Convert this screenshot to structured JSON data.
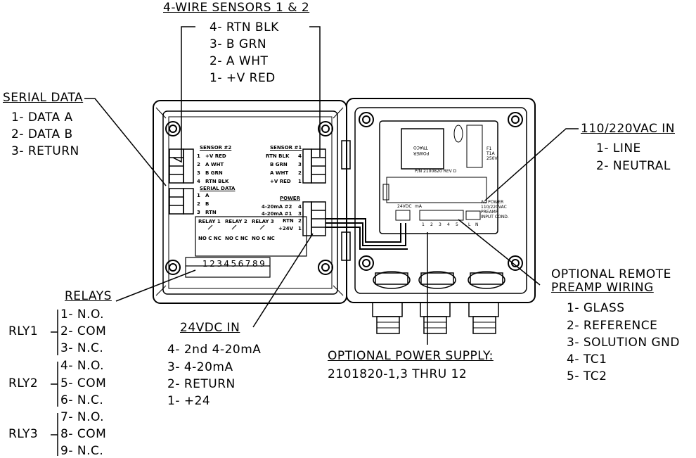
{
  "sensors_header": {
    "title": "4-WIRE SENSORS 1 & 2",
    "items": [
      "4- RTN BLK",
      "3- B GRN",
      "2- A WHT",
      "1- +V RED"
    ]
  },
  "serial": {
    "title": "SERIAL DATA",
    "items": [
      "1- DATA A",
      "2- DATA B",
      "3- RETURN"
    ]
  },
  "ac_in": {
    "title": "110/220VAC IN",
    "items": [
      "1- LINE",
      "2- NEUTRAL"
    ]
  },
  "relays": {
    "title": "RELAYS",
    "groups": [
      {
        "name": "RLY1",
        "items": [
          "1- N.O.",
          "2- COM",
          "3- N.C."
        ]
      },
      {
        "name": "RLY2",
        "items": [
          "4- N.O.",
          "5- COM",
          "6- N.C."
        ]
      },
      {
        "name": "RLY3",
        "items": [
          "7- N.O.",
          "8- COM",
          "9- N.C."
        ]
      }
    ]
  },
  "dc_in": {
    "title": "24VDC IN",
    "items": [
      "4- 2nd 4-20mA",
      "3- 4-20mA",
      "2- RETURN",
      "1- +24"
    ]
  },
  "preamp": {
    "title_line1": "OPTIONAL REMOTE",
    "title_line2": "PREAMP WIRING",
    "items": [
      "1- GLASS",
      "2- REFERENCE",
      "3- SOLUTION GND",
      "4- TC1",
      "5- TC2"
    ]
  },
  "power_supply": {
    "title": "OPTIONAL POWER SUPPLY:",
    "part": "2101820-1,3 THRU 12"
  },
  "board": {
    "sensor2": {
      "title": "SENSOR #2",
      "lines": [
        "+V RED",
        "A WHT",
        "B GRN",
        "RTN BLK"
      ],
      "pins": [
        "1",
        "2",
        "3",
        "4"
      ]
    },
    "sensor1": {
      "title": "SENSOR #1",
      "lines": [
        "RTN BLK",
        "B GRN",
        "A WHT",
        "+V RED"
      ],
      "pins": [
        "4",
        "3",
        "2",
        "1"
      ]
    },
    "serialdata": {
      "title": "SERIAL DATA",
      "lines": [
        "A",
        "B",
        "RTN"
      ],
      "pins": [
        "1",
        "2",
        "3"
      ]
    },
    "power": {
      "title": "POWER",
      "lines": [
        "4-20mA #2",
        "4-20mA #1",
        "RTN",
        "+24V"
      ],
      "pins": [
        "4",
        "3",
        "2",
        "1"
      ]
    },
    "relay_titles": [
      "RELAY 1",
      "RELAY 2",
      "RELAY 3"
    ],
    "relay_contacts": [
      "NO C NC",
      "NO C NC",
      "NO C NC"
    ],
    "relay_digits": "123456789",
    "psu_brand": "TRACO",
    "psu_word": "POWER",
    "psu_pn": "P/N 2100820 REV D",
    "psu_24vdc": "24VDC",
    "psu_ma": "mA",
    "psu_ac": "AC POWER",
    "psu_ac2": "110/220VAC",
    "psu_preamp": "PREAMP",
    "psu_preamp2": "INPUT COND.",
    "fuse": "F1",
    "fuse_rating": "T1A",
    "fuse_v": "250V",
    "terminal_nums": [
      "1",
      "2",
      "3",
      "4",
      "5"
    ],
    "ln": [
      "L",
      "N"
    ]
  }
}
